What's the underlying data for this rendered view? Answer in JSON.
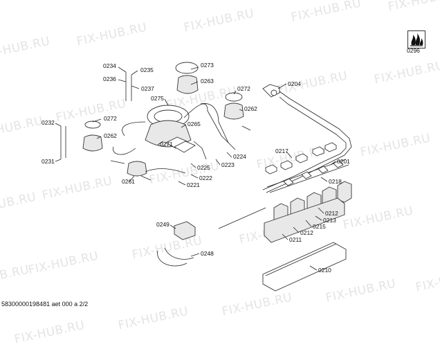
{
  "watermark": "FIX-HUB.RU",
  "footer_text": "58300000198481 aet 000 a 2/2",
  "logo": {
    "number": "0296",
    "icon": "gas-flame-icon"
  },
  "labels": [
    "0234",
    "0235",
    "0236",
    "0237",
    "0273",
    "0263",
    "0275",
    "0272",
    "0262",
    "0204",
    "0232",
    "0231",
    "0272",
    "0262",
    "0265",
    "0271",
    "0224",
    "0223",
    "0225",
    "0222",
    "0221",
    "0261",
    "0217",
    "0201",
    "0218",
    "0212",
    "0213",
    "0215",
    "0212",
    "0211",
    "0249",
    "0248",
    "0210"
  ]
}
